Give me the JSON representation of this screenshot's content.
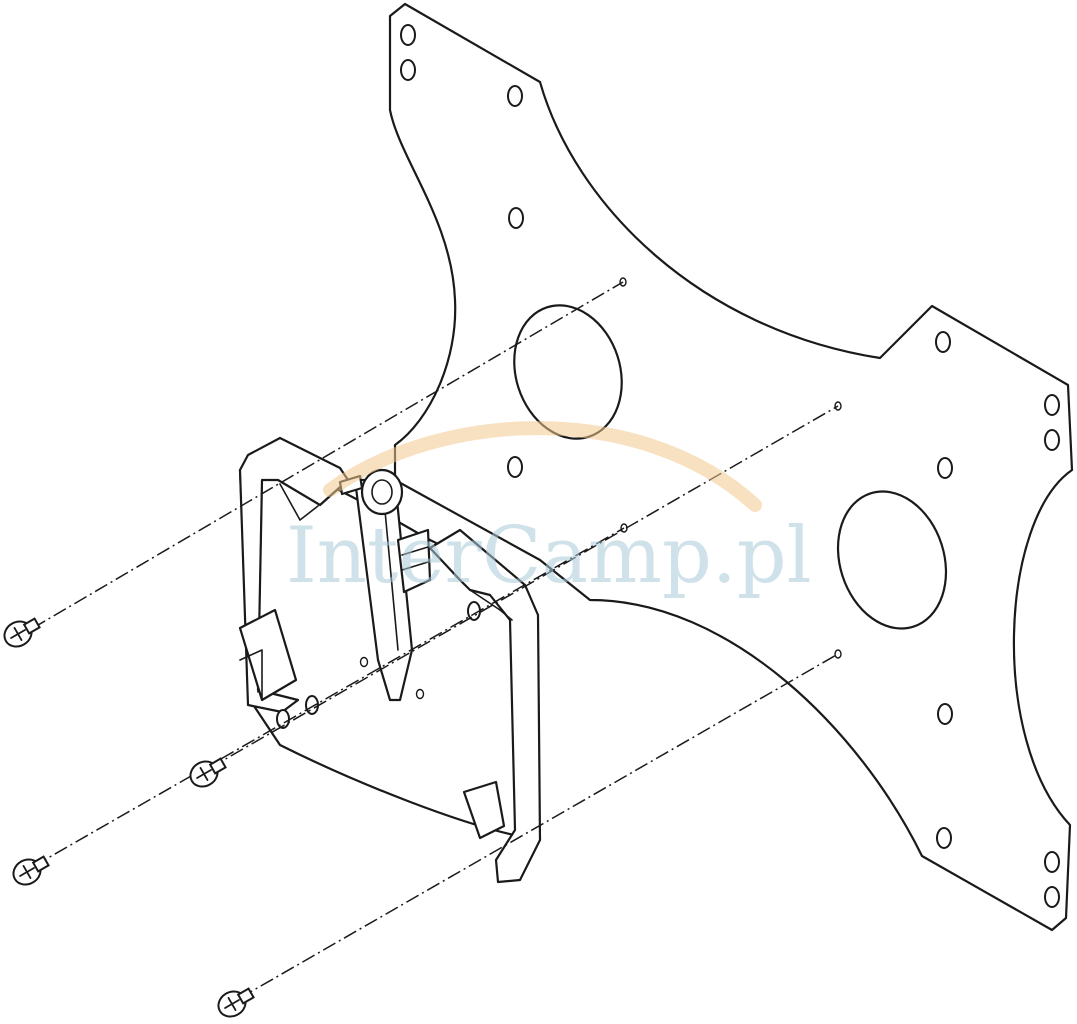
{
  "watermark": {
    "text": "InterCamp.pl",
    "text_color": "#a8c9d8",
    "arc_color": "#f3c98e"
  },
  "parts": {
    "vesa_plate": "vesa-mounting-plate",
    "bracket": "tilt-bracket",
    "screws": [
      "screw",
      "screw",
      "screw",
      "screw"
    ]
  }
}
